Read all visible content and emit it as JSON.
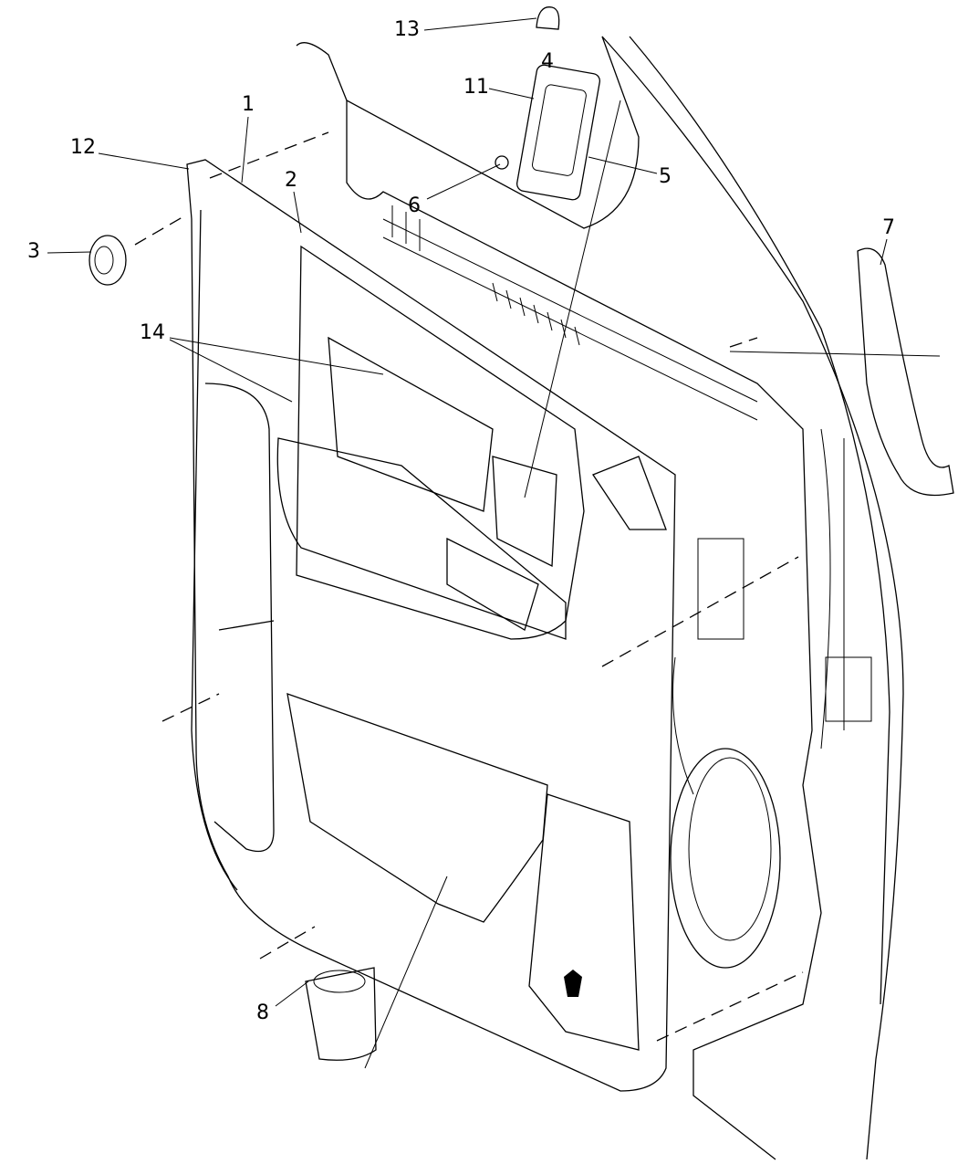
{
  "diagram": {
    "callouts": [
      {
        "id": "c13",
        "label": "13"
      },
      {
        "id": "c4",
        "label": "4"
      },
      {
        "id": "c11",
        "label": "11"
      },
      {
        "id": "c1",
        "label": "1"
      },
      {
        "id": "c12",
        "label": "12"
      },
      {
        "id": "c2",
        "label": "2"
      },
      {
        "id": "c5",
        "label": "5"
      },
      {
        "id": "c6",
        "label": "6"
      },
      {
        "id": "c3",
        "label": "3"
      },
      {
        "id": "c7",
        "label": "7"
      },
      {
        "id": "c14",
        "label": "14"
      },
      {
        "id": "c8",
        "label": "8"
      }
    ],
    "line_color": "#000000",
    "background": "#ffffff"
  }
}
